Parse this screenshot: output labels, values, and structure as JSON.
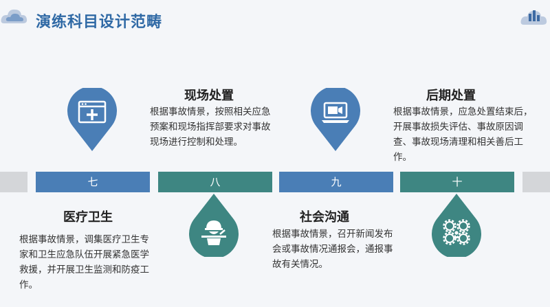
{
  "page": {
    "title": "演练科目设计范畴"
  },
  "timeline": {
    "segments": [
      {
        "label": "七"
      },
      {
        "label": "八"
      },
      {
        "label": "九"
      },
      {
        "label": "十"
      }
    ]
  },
  "items": [
    {
      "heading": "医疗卫生",
      "desc": "根据事故情景，调集医疗卫生专家和卫生应急队伍开展紧急医学救援，并开展卫生监测和防疫工作。",
      "icon": "medical-add-window-icon",
      "color": "#4a7eb6"
    },
    {
      "heading": "现场处置",
      "desc": "根据事故情景，按照相关应急预案和现场指挥部要求对事故现场进行控制和处理。",
      "icon": "worker-at-desk-icon",
      "color": "#3e8682"
    },
    {
      "heading": "社会沟通",
      "desc": "根据事故情景，召开新闻发布会或事故情况通报会，通报事故有关情况。",
      "icon": "laptop-icon",
      "color": "#4a7eb6"
    },
    {
      "heading": "后期处置",
      "desc": "根据事故情景，应急处置结束后，开展事故损失评估、事故原因调查、事故现场清理和相关善后工作。",
      "icon": "gears-person-icon",
      "color": "#3e8682"
    }
  ]
}
